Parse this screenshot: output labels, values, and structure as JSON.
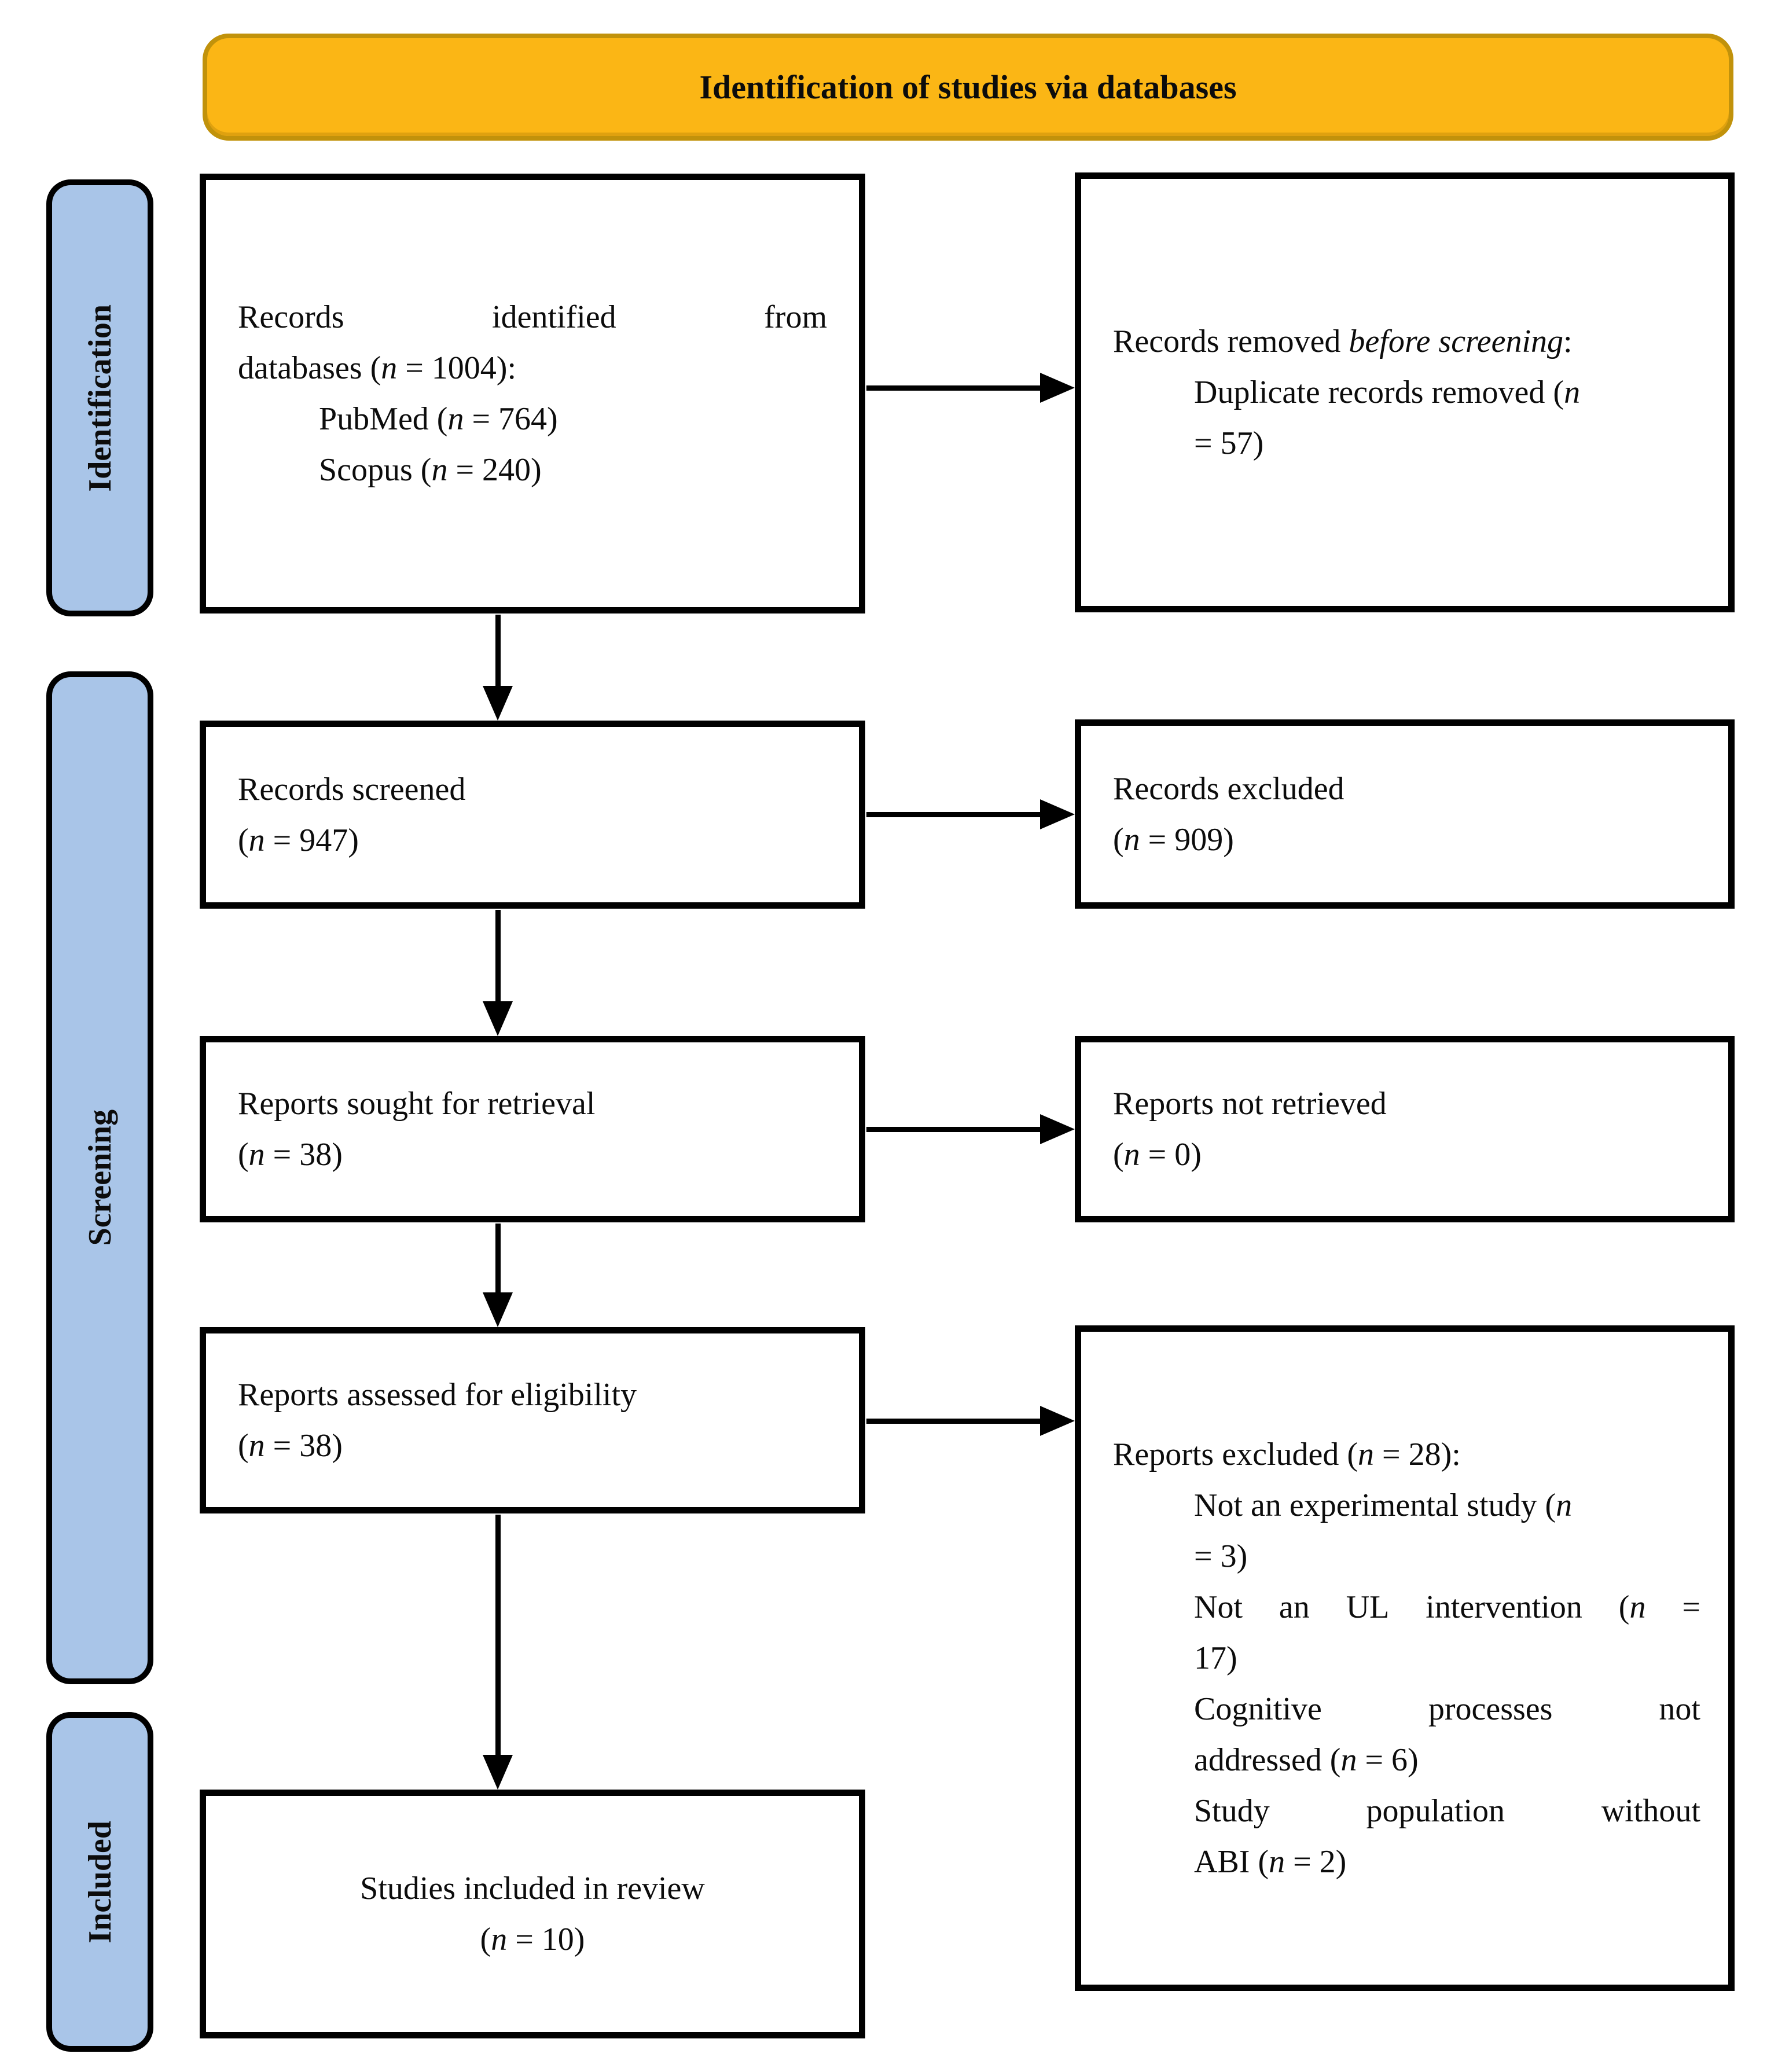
{
  "title": "Identification of studies via databases",
  "colors": {
    "banner_fill": "#FBB615",
    "banner_border": "#C1920B",
    "stage_fill": "#A9C5E8",
    "stage_border": "#000000",
    "box_border": "#000000",
    "arrow": "#000000"
  },
  "stages": {
    "identification": "Identification",
    "screening": "Screening",
    "included": "Included"
  },
  "boxes": {
    "identified": {
      "l1": [
        [
          {
            "t": "Records"
          }
        ],
        [
          {
            "t": "identified"
          }
        ],
        [
          {
            "t": "from"
          }
        ]
      ],
      "l2": [
        {
          "t": "databases ("
        },
        {
          "t": "n",
          "i": true
        },
        {
          "t": " = 1004):"
        }
      ],
      "l3": [
        {
          "t": "PubMed ("
        },
        {
          "t": "n",
          "i": true
        },
        {
          "t": " = 764)"
        }
      ],
      "l4": [
        {
          "t": "Scopus ("
        },
        {
          "t": "n",
          "i": true
        },
        {
          "t": " = 240)"
        }
      ]
    },
    "removed": {
      "l1": [
        {
          "t": "Records removed "
        },
        {
          "t": "before screening",
          "i": true
        },
        {
          "t": ":"
        }
      ],
      "l2": [
        {
          "t": "Duplicate records removed ("
        },
        {
          "t": "n",
          "i": true
        }
      ],
      "l3": [
        {
          "t": "= 57)"
        }
      ]
    },
    "screened": {
      "l1": "Records screened",
      "l2": [
        {
          "t": "("
        },
        {
          "t": "n",
          "i": true
        },
        {
          "t": " = 947)"
        }
      ]
    },
    "excluded": {
      "l1": "Records excluded",
      "l2": [
        {
          "t": "("
        },
        {
          "t": "n",
          "i": true
        },
        {
          "t": " = 909)"
        }
      ]
    },
    "sought": {
      "l1": "Reports sought for retrieval",
      "l2": [
        {
          "t": "("
        },
        {
          "t": "n",
          "i": true
        },
        {
          "t": " = 38)"
        }
      ]
    },
    "notretrieved": {
      "l1": "Reports not retrieved",
      "l2": [
        {
          "t": "("
        },
        {
          "t": "n",
          "i": true
        },
        {
          "t": " = 0)"
        }
      ]
    },
    "assessed": {
      "l1": "Reports assessed for eligibility",
      "l2": [
        {
          "t": "("
        },
        {
          "t": "n",
          "i": true
        },
        {
          "t": " = 38)"
        }
      ]
    },
    "reportsexcluded": {
      "l1": [
        {
          "t": "Reports excluded ("
        },
        {
          "t": "n",
          "i": true
        },
        {
          "t": " = 28):"
        }
      ],
      "i1a": [
        {
          "t": "Not an experimental study ("
        },
        {
          "t": "n",
          "i": true
        }
      ],
      "i1b": [
        {
          "t": "= 3)"
        }
      ],
      "i2a": [
        [
          {
            "t": "Not"
          }
        ],
        [
          {
            "t": "an"
          }
        ],
        [
          {
            "t": "UL"
          }
        ],
        [
          {
            "t": "intervention"
          }
        ],
        [
          {
            "t": "("
          },
          {
            "t": "n",
            "i": true
          }
        ],
        [
          {
            "t": "="
          }
        ]
      ],
      "i2b": [
        {
          "t": "17)"
        }
      ],
      "i3a": [
        [
          {
            "t": "Cognitive"
          }
        ],
        [
          {
            "t": "processes"
          }
        ],
        [
          {
            "t": "not"
          }
        ]
      ],
      "i3b": [
        {
          "t": "addressed ("
        },
        {
          "t": "n",
          "i": true
        },
        {
          "t": " = 6)"
        }
      ],
      "i4a": [
        [
          {
            "t": "Study"
          }
        ],
        [
          {
            "t": "population"
          }
        ],
        [
          {
            "t": "without"
          }
        ]
      ],
      "i4b": [
        {
          "t": "ABI ("
        },
        {
          "t": "n",
          "i": true
        },
        {
          "t": " = 2)"
        }
      ]
    },
    "includedreview": {
      "l1": "Studies included in review",
      "l2": [
        {
          "t": "("
        },
        {
          "t": "n",
          "i": true
        },
        {
          "t": " = 10)"
        }
      ]
    }
  }
}
